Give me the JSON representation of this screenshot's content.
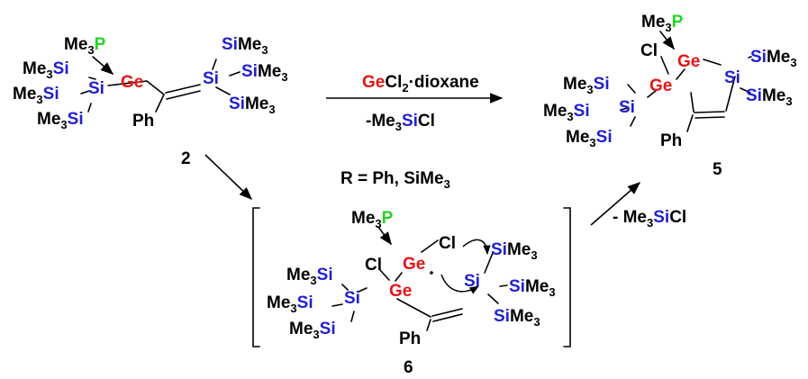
{
  "colors": {
    "si": "#1f1fd2",
    "ge": "#e51515",
    "p": "#21d521",
    "black": "#000000"
  },
  "atoms": {
    "me3": "Me",
    "sub3": "3",
    "sub2": "2",
    "si": "Si",
    "ge": "Ge",
    "p": "P",
    "cl": "Cl",
    "ph": "Ph",
    "me3si": "Me",
    "sime3_si": "Si",
    "sime3_me": "Me"
  },
  "labels": {
    "compound_2": "2",
    "compound_5": "5",
    "compound_6": "6",
    "r_definition": "R = Ph, SiMe",
    "r_sub": "3"
  },
  "arrows": {
    "reagent_ge": "Ge",
    "reagent_rest": "Cl",
    "reagent_sub": "2",
    "reagent_dioxane": "·dioxane",
    "byproduct_minus": "-Me",
    "byproduct_sub": "3",
    "byproduct_si": "Si",
    "byproduct_cl": "Cl",
    "byproduct2_minus": "- Me",
    "byproduct2_sub": "3",
    "byproduct2_si": "Si",
    "byproduct2_cl": "Cl"
  }
}
